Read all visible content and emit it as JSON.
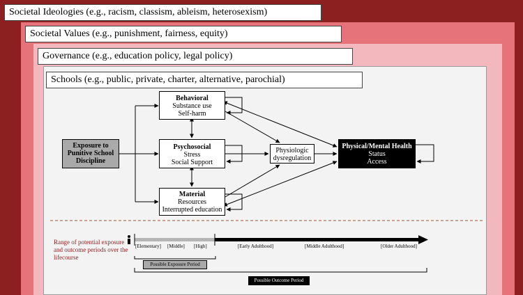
{
  "layers": {
    "ideologies": "Societal Ideologies (e.g., racism, classism, ableism, heterosexism)",
    "values": "Societal Values (e.g., punishment, fairness, equity)",
    "governance": "Governance (e.g., education policy, legal policy)",
    "schools": "Schools (e.g., public, private, charter, alternative, parochial)"
  },
  "nodes": {
    "exposure": {
      "line1": "Exposure to",
      "line2": "Punitive School",
      "line3": "Discipline"
    },
    "behavioral": {
      "title": "Behavioral",
      "line1": "Substance use",
      "line2": "Self-harm"
    },
    "psychosocial": {
      "title": "Psychosocial",
      "line1": "Stress",
      "line2": "Social Support"
    },
    "material": {
      "title": "Material",
      "line1": "Resources",
      "line2": "Interrupted education"
    },
    "physio": {
      "line1": "Physiologic",
      "line2": "dysregulation"
    },
    "health": {
      "title": "Physical/Mental Health",
      "line1": "Status",
      "line2": "Access"
    }
  },
  "timeline": {
    "range_label": "Range of potential exposure and outcome periods over the lifecourse",
    "elementary": "[Elementary]",
    "middle": "[Middle]",
    "high": "[High]",
    "early_adult": "[Early Adulthood]",
    "middle_adult": "[Middle Adulthood]",
    "older_adult": "[Older Adulthood]",
    "exposure_period": "Possible Exposure Period",
    "outcome_period": "Possible Outcome Period"
  },
  "colors": {
    "ideologies": "#8c1f1f",
    "values": "#e6737a",
    "governance": "#f2b8bd",
    "schools": "#f3f3f3"
  }
}
